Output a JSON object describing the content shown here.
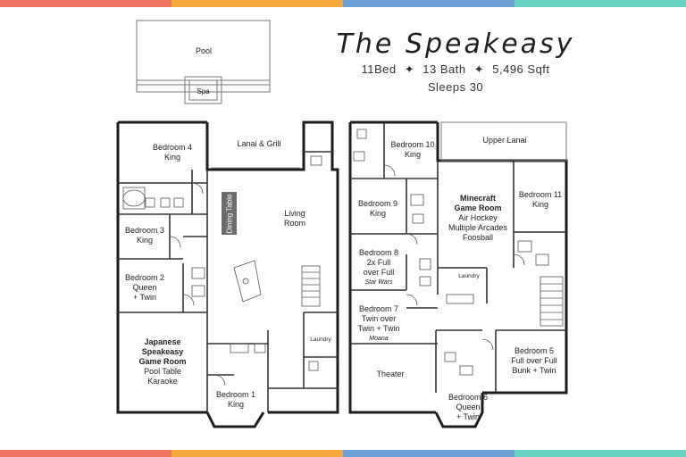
{
  "header": {
    "title": "The Speakeasy",
    "beds": "11Bed",
    "baths": "13 Bath",
    "sqft": "5,496 Sqft",
    "separator": "✦",
    "sleeps": "Sleeps 30"
  },
  "colors": {
    "stripe": [
      "#f07563",
      "#f6ab3c",
      "#6fa0d8",
      "#66d3c1"
    ],
    "wall": "#1c1c1c",
    "line": "#555555"
  },
  "outdoor": {
    "pool": "Pool",
    "spa": "Spa"
  },
  "ground_floor": {
    "lanai": "Lanai & Grill",
    "bedroom4": [
      "Bedroom 4",
      "King"
    ],
    "bedroom3": [
      "Bedroom 3",
      "King"
    ],
    "bedroom2": [
      "Bedroom 2",
      "Queen",
      "+ Twin"
    ],
    "living": [
      "Living",
      "Room"
    ],
    "dining_table": "Dining Table",
    "game_room": [
      "Japanese",
      "Speakeasy",
      "Game Room",
      "Pool Table",
      "Karaoke"
    ],
    "bedroom1": [
      "Bedroom 1",
      "King"
    ],
    "laundry": "Laundry"
  },
  "upper_floor": {
    "upper_lanai": "Upper Lanai",
    "bedroom10": [
      "Bedroom 10",
      "King"
    ],
    "bedroom9": [
      "Bedroom 9",
      "King"
    ],
    "minecraft": [
      "Minecraft",
      "Game Room",
      "Air Hockey",
      "Multiple Arcades",
      "Foosball"
    ],
    "bedroom11": [
      "Bedroom 11",
      "King"
    ],
    "bedroom8": [
      "Bedroom 8",
      "2x Full",
      "over Full",
      "Star Wars"
    ],
    "laundry": "Laundry",
    "bedroom7": [
      "Bedroom 7",
      "Twin over",
      "Twin + Twin",
      "Moana"
    ],
    "theater": "Theater",
    "bedroom5": [
      "Bedroom 5",
      "Full over Full",
      "Bunk + Twin"
    ],
    "bedroom6": [
      "Bedroom 6",
      "Queen",
      "+ Twin"
    ]
  }
}
